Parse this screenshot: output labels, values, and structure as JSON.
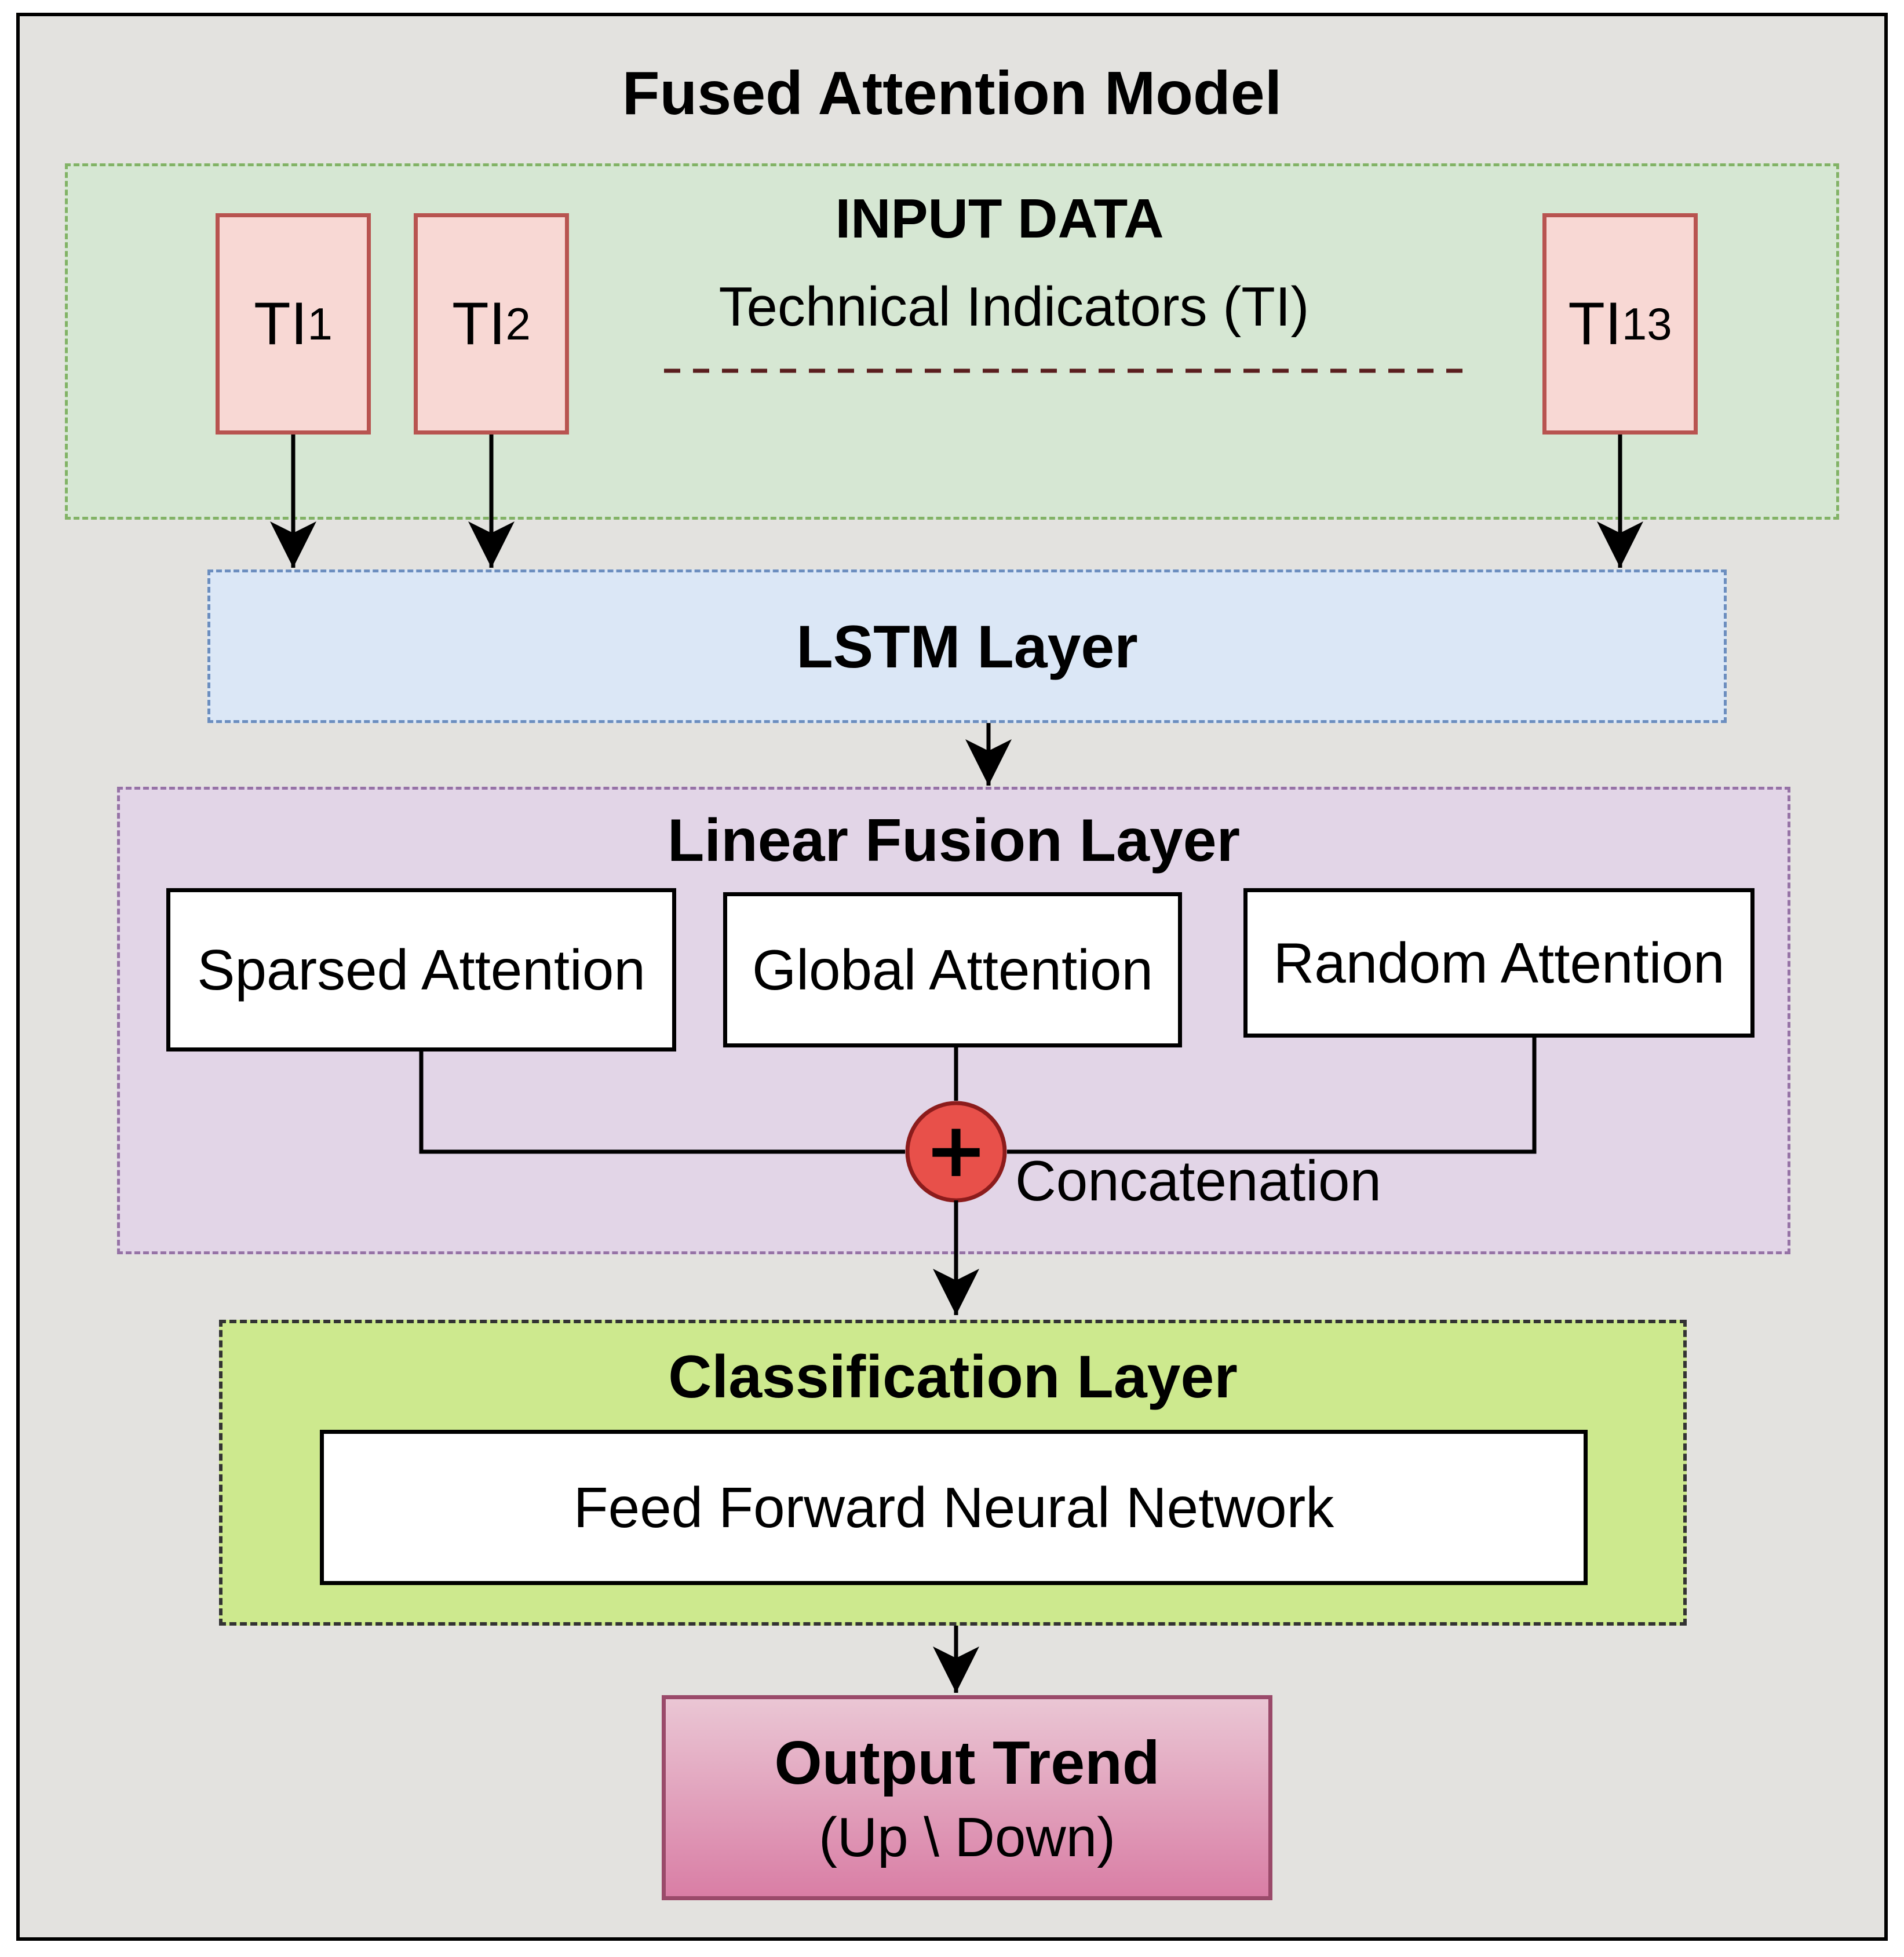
{
  "title": "Fused Attention Model",
  "input": {
    "heading": "INPUT DATA",
    "subheading": "Technical Indicators (TI)",
    "indicators": [
      {
        "base": "TI",
        "sub": "1"
      },
      {
        "base": "TI",
        "sub": "2"
      },
      {
        "base": "TI",
        "sub": "13"
      }
    ]
  },
  "lstm": {
    "label": "LSTM Layer"
  },
  "fusion": {
    "label": "Linear Fusion Layer",
    "attentions": [
      "Sparsed Attention",
      "Global Attention",
      "Random Attention"
    ],
    "operator_symbol": "+",
    "operator_label": "Concatenation"
  },
  "classification": {
    "label": "Classification Layer",
    "network": "Feed Forward Neural Network"
  },
  "output": {
    "label": "Output Trend",
    "values": "(Up \\ Down)"
  },
  "colors": {
    "input_fill": "#d6e7d3",
    "input_border": "#82b366",
    "ti_fill": "#f8d8d4",
    "ti_border": "#b85450",
    "lstm_fill": "#dbe7f6",
    "lstm_border": "#6c8ebf",
    "fusion_fill": "#e2d5e7",
    "fusion_border": "#9673a6",
    "class_fill": "#cde98e",
    "output_fill": "#d97ea5",
    "operator_fill": "#e8504a"
  }
}
